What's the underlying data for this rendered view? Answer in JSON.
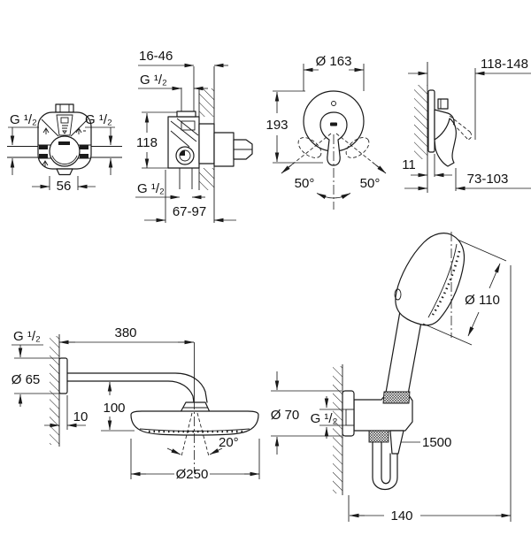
{
  "drawing": {
    "background": "#ffffff",
    "line_color": "#1a1a1a",
    "views": {
      "valve_front": {
        "thread_left": "G ¹/₂",
        "thread_right": "G ¹/₂",
        "body_width": "56"
      },
      "valve_side": {
        "plaster_depth_range": "16-46",
        "thread_top": "G ¹/₂",
        "body_height": "118",
        "thread_bottom": "G ¹/₂",
        "install_depth_range": "67-97"
      },
      "trim_front": {
        "plate_diameter": "Ø 163",
        "overall_height": "193",
        "lever_swing_left": "50°",
        "lever_swing_right": "50°"
      },
      "trim_side": {
        "lever_reach_range": "118-148",
        "plate_offset": "11",
        "lever_depth_range": "73-103"
      },
      "head_shower": {
        "wall_thread": "G ¹/₂",
        "arm_length": "380",
        "escutcheon_diameter": "Ø 65",
        "escutcheon_depth": "10",
        "head_drop": "100",
        "spray_angle": "20°",
        "head_diameter": "Ø250"
      },
      "hand_shower": {
        "spray_diameter": "Ø 110",
        "escutcheon_diameter": "Ø 70",
        "wall_thread": "G ¹/₂",
        "hose_length": "1500",
        "offset_width": "140"
      }
    }
  }
}
